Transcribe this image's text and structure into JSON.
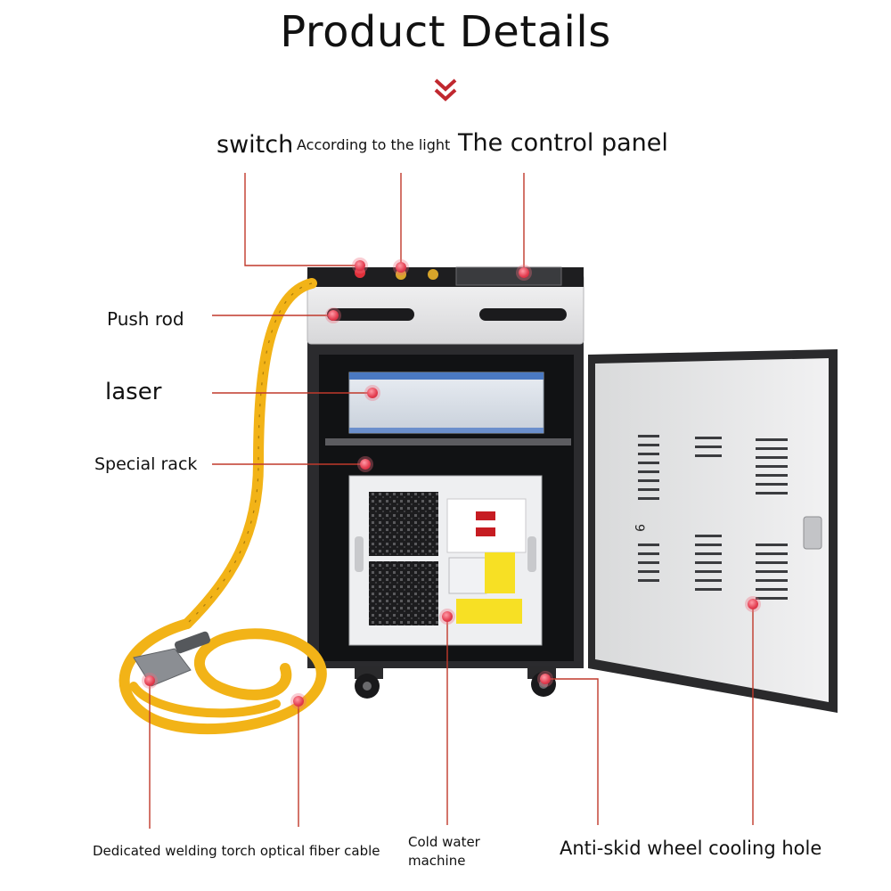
{
  "page": {
    "title": "Product Details"
  },
  "labels": {
    "switch": "switch",
    "according_to_light": "According to the light",
    "control_panel": "The control panel",
    "push_rod": "Push rod",
    "laser": "laser",
    "special_rack": "Special rack",
    "welding_torch_cable": "Dedicated welding torch optical fiber cable",
    "cold_water_line1": "Cold water",
    "cold_water_line2": "machine",
    "anti_skid": "Anti-skid wheel cooling hole"
  },
  "machine": {
    "door_mark": "9"
  },
  "colors": {
    "accent": "#d9252f",
    "leader": "#c0392b",
    "cable": "#f2b317",
    "cabinet": "#2b2b2e",
    "panel": "#e9e9ea"
  }
}
